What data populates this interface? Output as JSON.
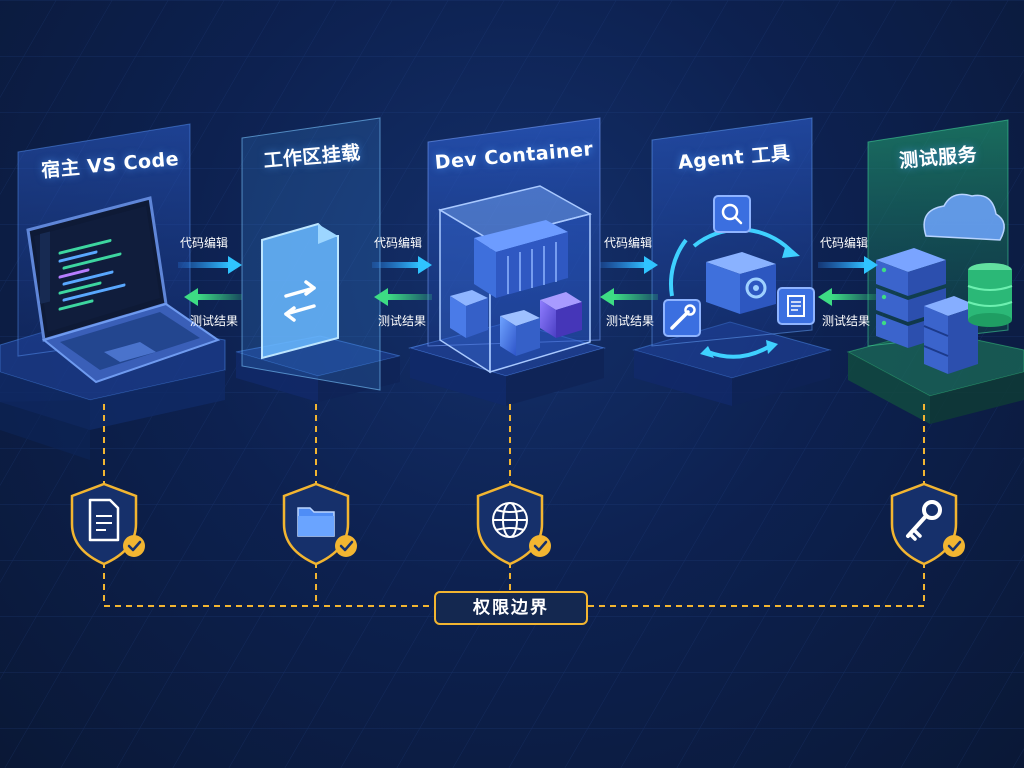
{
  "panels": [
    {
      "id": "host",
      "title": "宿主 VS Code",
      "icon": "laptop-icon"
    },
    {
      "id": "workspace",
      "title": "工作区挂载",
      "icon": "folder-sync-icon"
    },
    {
      "id": "devcontainer",
      "title": "Dev Container",
      "icon": "container-icon"
    },
    {
      "id": "agent",
      "title": "Agent 工具",
      "icon": "agent-tools-icon"
    },
    {
      "id": "test",
      "title": "测试服务",
      "icon": "server-cloud-icon"
    }
  ],
  "connectors": [
    {
      "forward": "代码编辑",
      "backward": "测试结果"
    },
    {
      "forward": "代码编辑",
      "backward": "测试结果"
    },
    {
      "forward": "代码编辑",
      "backward": "测试结果"
    },
    {
      "forward": "代码编辑",
      "backward": "测试结果"
    }
  ],
  "shields": [
    {
      "icon": "document-icon"
    },
    {
      "icon": "folder-icon"
    },
    {
      "icon": "globe-icon"
    },
    {
      "icon": "key-icon"
    }
  ],
  "boundary": {
    "label": "权限边界"
  },
  "colors": {
    "background": "#0d2150",
    "forward_arrow": "#2fc4ff",
    "backward_arrow": "#3ddc84",
    "boundary": "#f2b531",
    "test_panel": "#1f9e6a"
  }
}
